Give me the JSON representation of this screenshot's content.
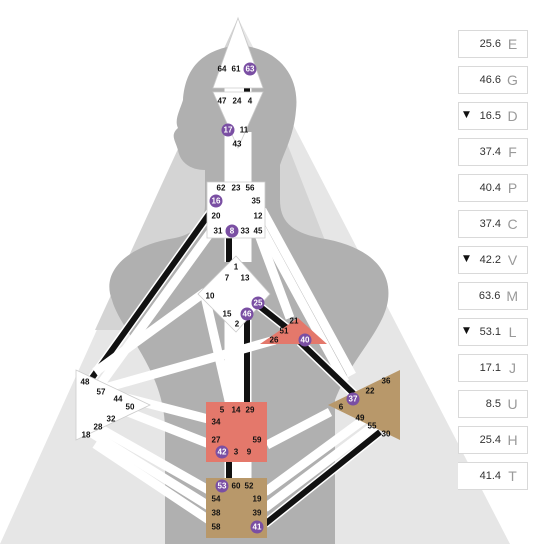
{
  "theme": {
    "background_outer": "#e6e6e6",
    "background_mid": "#cfcfcf",
    "silhouette": "#a8a8a8",
    "channel_white": "#ffffff",
    "channel_active": "#111111",
    "center_defined_red": "#e4786b",
    "center_defined_tan": "#b8986a",
    "activation_purple": "#7a4fa3"
  },
  "bodygraph": {
    "centers": [
      {
        "name": "head",
        "defined": false,
        "gates": [
          "64",
          "61",
          "63"
        ]
      },
      {
        "name": "ajna",
        "defined": false,
        "gates": [
          "47",
          "24",
          "4",
          "17",
          "11",
          "43"
        ]
      },
      {
        "name": "throat",
        "defined": false,
        "gates": [
          "62",
          "23",
          "56",
          "16",
          "35",
          "20",
          "12",
          "31",
          "8",
          "33",
          "45"
        ]
      },
      {
        "name": "g-center",
        "defined": false,
        "gates": [
          "1",
          "7",
          "13",
          "10",
          "25",
          "15",
          "46",
          "2"
        ]
      },
      {
        "name": "heart",
        "defined": true,
        "gates": [
          "21",
          "51",
          "26",
          "40"
        ]
      },
      {
        "name": "spleen",
        "defined": false,
        "gates": [
          "48",
          "57",
          "44",
          "50",
          "32",
          "28",
          "18"
        ]
      },
      {
        "name": "sacral",
        "defined": true,
        "gates": [
          "5",
          "14",
          "29",
          "34",
          "27",
          "59",
          "42",
          "3",
          "9"
        ]
      },
      {
        "name": "solar-plexus",
        "defined": true,
        "gates": [
          "36",
          "22",
          "37",
          "6",
          "49",
          "55",
          "30"
        ]
      },
      {
        "name": "root",
        "defined": true,
        "gates": [
          "53",
          "60",
          "52",
          "54",
          "19",
          "38",
          "39",
          "58",
          "41"
        ]
      }
    ],
    "activated_gates": [
      "63",
      "17",
      "16",
      "8",
      "25",
      "46",
      "40",
      "37",
      "42",
      "53",
      "41"
    ]
  },
  "panel": {
    "items": [
      {
        "value": "25.6",
        "letter": "E",
        "arrow": ""
      },
      {
        "value": "46.6",
        "letter": "G",
        "arrow": ""
      },
      {
        "value": "16.5",
        "letter": "D",
        "arrow": "▼"
      },
      {
        "value": "37.4",
        "letter": "F",
        "arrow": ""
      },
      {
        "value": "40.4",
        "letter": "P",
        "arrow": ""
      },
      {
        "value": "37.4",
        "letter": "C",
        "arrow": ""
      },
      {
        "value": "42.2",
        "letter": "V",
        "arrow": "▼"
      },
      {
        "value": "63.6",
        "letter": "M",
        "arrow": ""
      },
      {
        "value": "53.1",
        "letter": "L",
        "arrow": "▼"
      },
      {
        "value": "17.1",
        "letter": "J",
        "arrow": ""
      },
      {
        "value": "8.5",
        "letter": "U",
        "arrow": ""
      },
      {
        "value": "25.4",
        "letter": "H",
        "arrow": ""
      },
      {
        "value": "41.4",
        "letter": "T",
        "arrow": ""
      }
    ]
  }
}
